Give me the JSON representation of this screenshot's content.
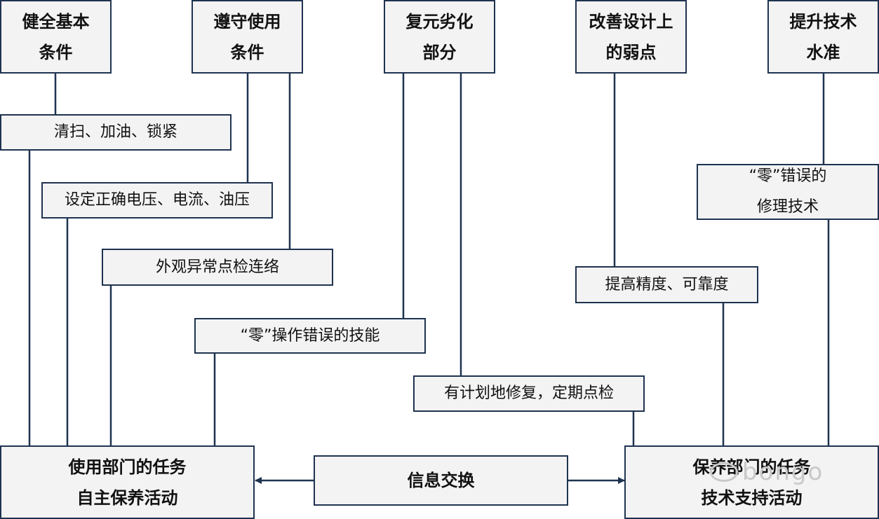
{
  "top_boxes": [
    {
      "lines": [
        "健全基本",
        "条件"
      ]
    },
    {
      "lines": [
        "遵守使用",
        "条件"
      ]
    },
    {
      "lines": [
        "复元劣化",
        "部分"
      ]
    },
    {
      "lines": [
        "改善设计上",
        "的弱点"
      ]
    },
    {
      "lines": [
        "提升技术",
        "水准"
      ]
    }
  ],
  "activity_boxes": [
    {
      "lines": [
        "清扫、加油、锁紧"
      ]
    },
    {
      "lines": [
        "设定正确电压、电流、油压"
      ]
    },
    {
      "lines": [
        "外观异常点检连络"
      ]
    },
    {
      "lines": [
        "“零”操作错误的技能"
      ]
    },
    {
      "lines": [
        "有计划地修复，定期点检"
      ]
    },
    {
      "lines": [
        "提高精度、可靠度"
      ]
    },
    {
      "lines": [
        "“零”错误的",
        "修理技术"
      ]
    }
  ],
  "bottom_boxes": {
    "left": {
      "lines": [
        "使用部门的任务",
        "自主保养活动"
      ]
    },
    "center": {
      "lines": [
        "信息交换"
      ]
    },
    "right": {
      "lines": [
        "保养部门的任务",
        "技术支持活动"
      ]
    }
  },
  "watermark": "bongo",
  "colors": {
    "border": "#1f3350",
    "fill": "#f3f3f3",
    "line": "#1f3350"
  }
}
